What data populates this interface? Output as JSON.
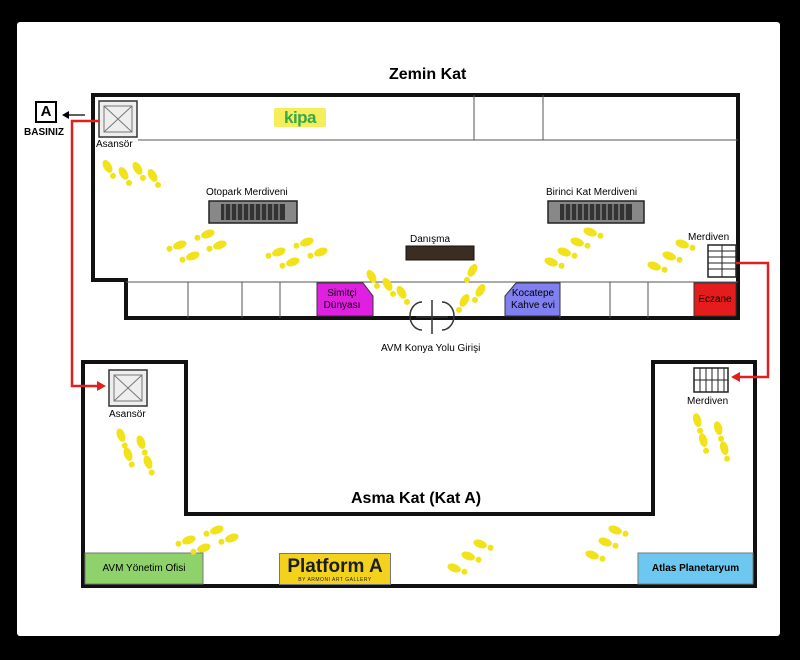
{
  "floors": {
    "ground": "Zemin Kat",
    "mezzanine": "Asma Kat (Kat A)"
  },
  "elevator_note": {
    "letter": "A",
    "caption": "BASINIZ"
  },
  "ground_floor": {
    "elevator_label": "Asansör",
    "logo_text": "kipa",
    "parking_stairs": "Otopark Merdiveni",
    "first_floor_stairs": "Birinci Kat Merdiveni",
    "info_desk": "Danışma",
    "stairs_label": "Merdiven",
    "entrance": "AVM Konya Yolu Girişi",
    "shops": {
      "simitci": "Simitçi Dünyası",
      "kocatepe": "Kocatepe Kahve evi",
      "eczane": "Eczane"
    }
  },
  "mezzanine_floor": {
    "elevator_label": "Asansör",
    "stairs_label": "Merdiven",
    "management_office": "AVM Yönetim Ofisi",
    "gallery_logo": "Platform A",
    "gallery_sub": "BY ARMONI ART GALLERY",
    "planetarium": "Atlas Planetaryum"
  },
  "colors": {
    "frame": "#000000",
    "route": "#e02020",
    "footprints": "#f2e21a",
    "simitci": "#e020e0",
    "kocatepe": "#8080f0",
    "eczane": "#e51c1c",
    "management": "#8fd16a",
    "planetarium": "#6cc8f0",
    "gallery": "#f3d21e",
    "logo_bg": "#f4ee5a",
    "logo_text": "#3aa64a"
  },
  "icons": {
    "elevator": "elevator-icon",
    "stairs": "stairs-icon",
    "escalator": "escalator-icon",
    "footprints": "footprints-icon",
    "entrance_door": "revolving-door-icon"
  }
}
